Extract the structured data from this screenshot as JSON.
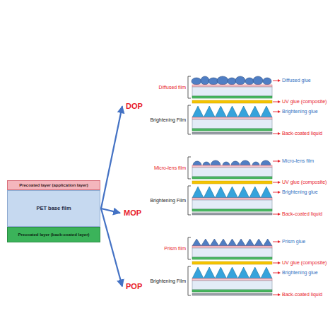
{
  "diagram": {
    "nodes": [
      {
        "text": [
          "Precoated layer (application layer)"
        ]
      },
      {
        "text": [
          "PET base film"
        ]
      },
      {
        "text": [
          "Precoated layer (back-coated layer)"
        ]
      },
      {
        "text": [
          "DOP"
        ]
      },
      {
        "text": [
          "MOP"
        ]
      },
      {
        "text": [
          "POP"
        ]
      }
    ],
    "edges": [
      {
        "from": 1,
        "to": 3,
        "arrow": "to"
      },
      {
        "from": 1,
        "to": 4,
        "arrow": "to"
      },
      {
        "from": 1,
        "to": 5,
        "arrow": "to"
      }
    ],
    "labels": [
      "Diffused film",
      "Diffused glue",
      "UV glue (composite)",
      "Brightening Film",
      "Brightening glue",
      "Back-coated liquid",
      "Micro-lens film",
      "Micro-lens film",
      "UV glue (composite)",
      "Brightening Film",
      "Brightening glue",
      "Back-coated liquid",
      "Prism film",
      "Prism glue",
      "UV glue (composite)",
      "Brightening Film",
      "Brightening glue",
      "Back-coated liquid"
    ]
  }
}
